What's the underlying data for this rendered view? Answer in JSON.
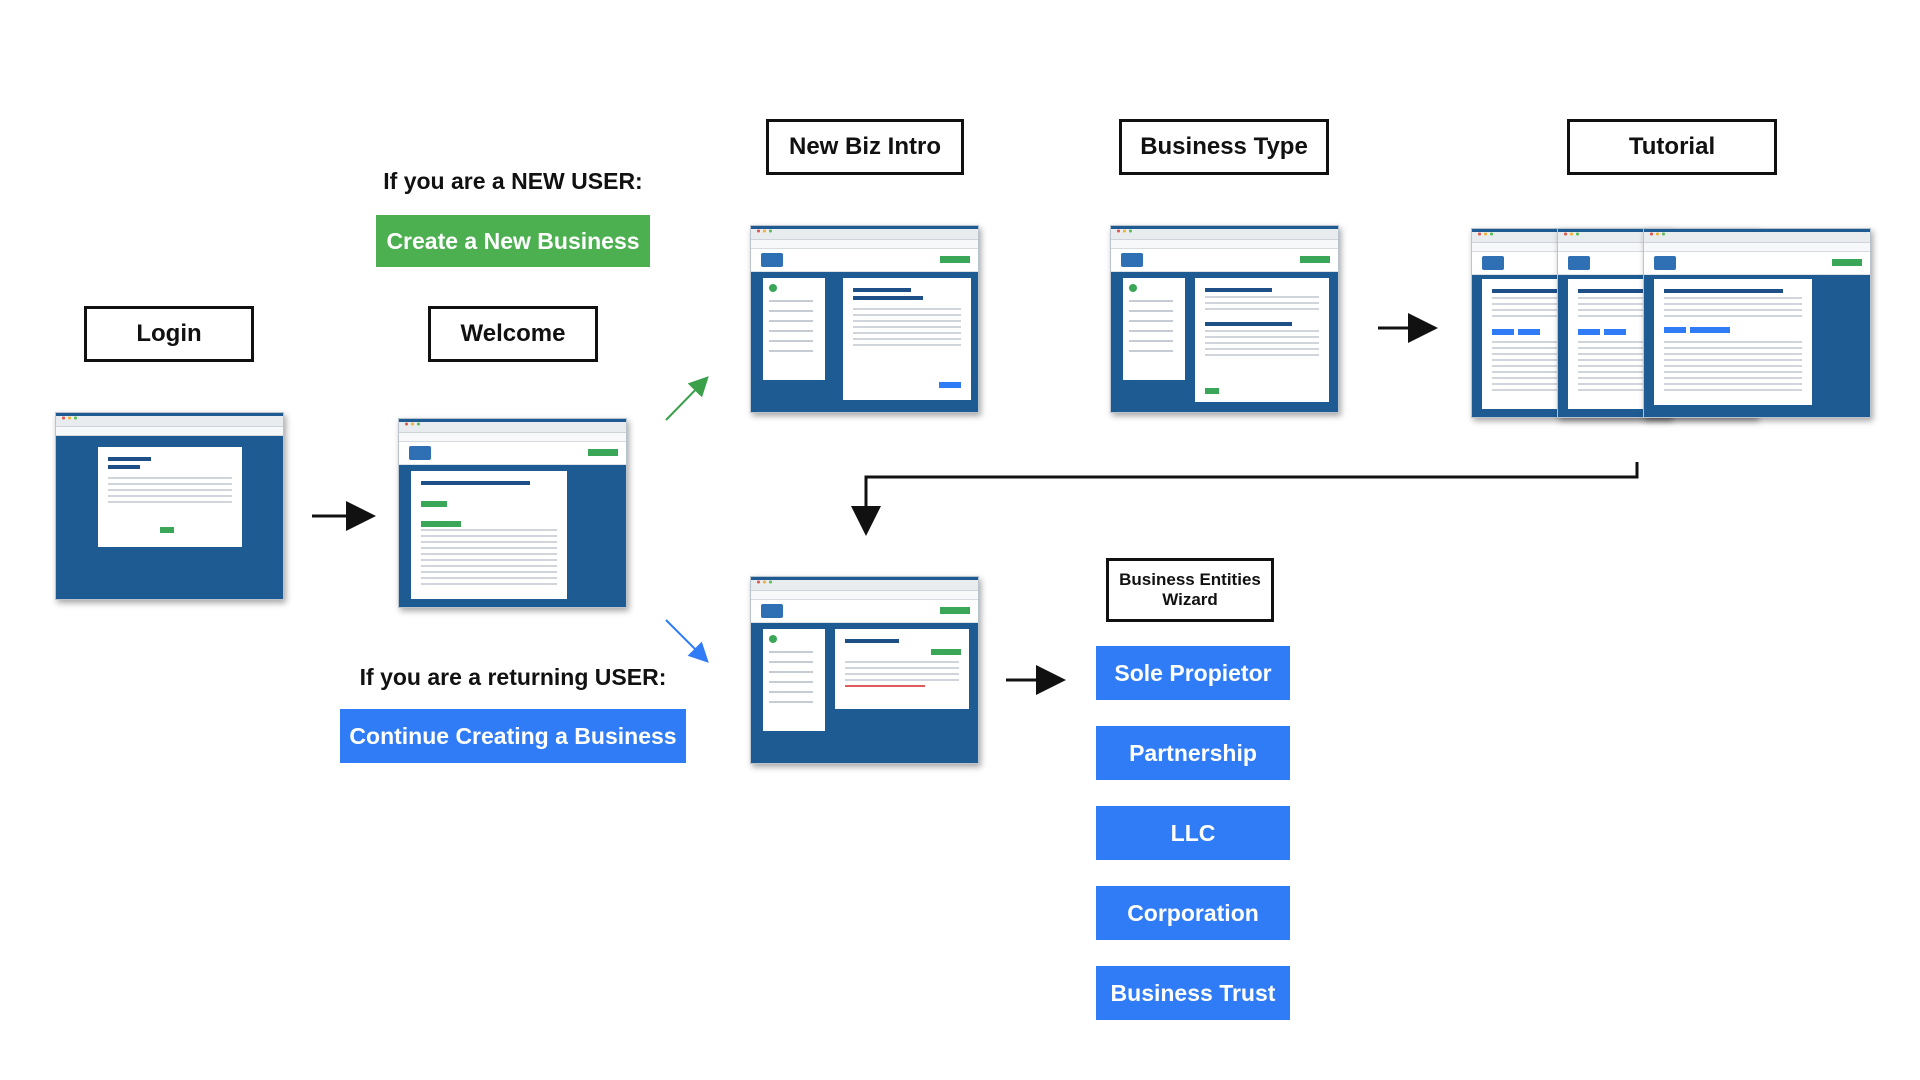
{
  "labels": {
    "login": "Login",
    "welcome": "Welcome",
    "new_biz_intro": "New Biz Intro",
    "business_type": "Business Type",
    "tutorial": "Tutorial",
    "entities_wizard": "Business Entities Wizard"
  },
  "new_user": {
    "caption": "If you are a NEW USER:",
    "button": "Create a New Business"
  },
  "returning_user": {
    "caption": "If you are a returning USER:",
    "button": "Continue Creating a Business"
  },
  "entities": [
    "Sole Propietor",
    "Partnership",
    "LLC",
    "Corporation",
    "Business Trust"
  ],
  "colors": {
    "new_user_green": "#4caf50",
    "returning_blue": "#2f7cf6",
    "screen_blue": "#1e5b93"
  }
}
